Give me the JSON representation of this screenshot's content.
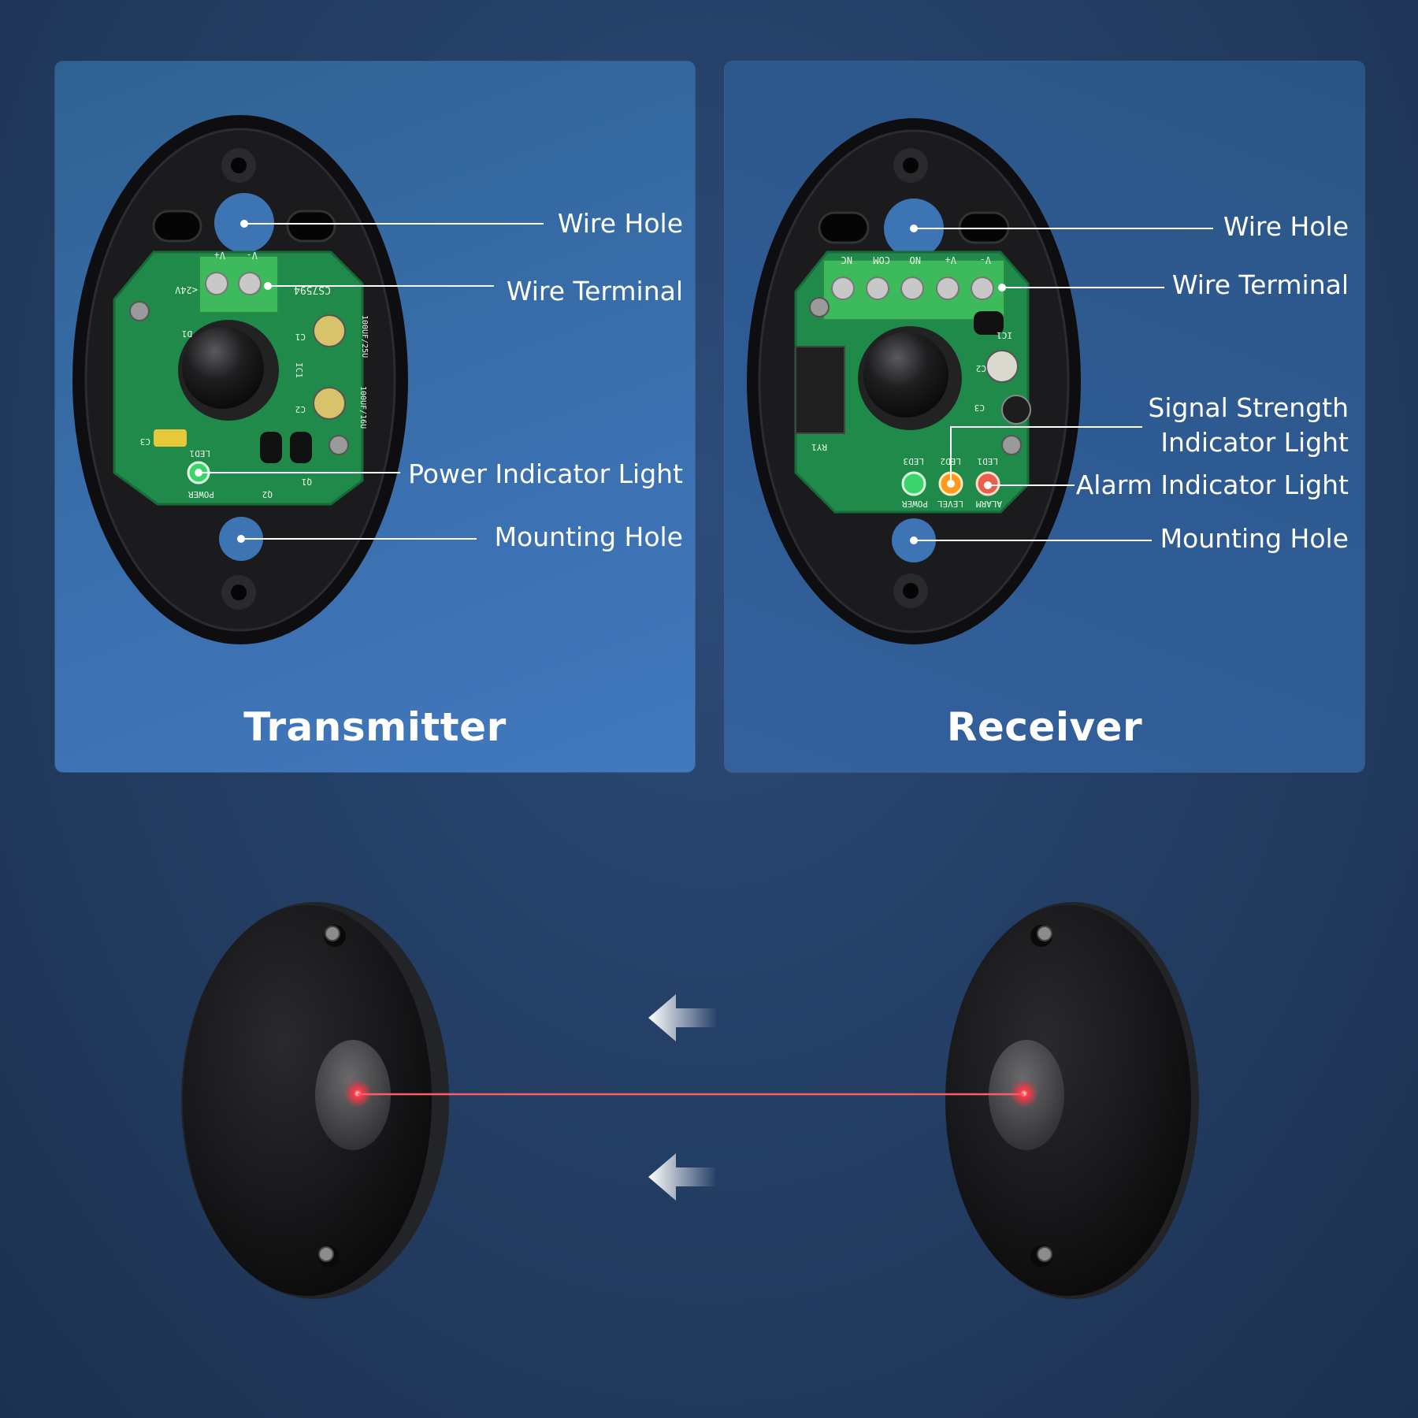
{
  "transmitter": {
    "title": "Transmitter",
    "labels": {
      "wire_hole": "Wire Hole",
      "wire_terminal": "Wire Terminal",
      "power_indicator": "Power Indicator Light",
      "mounting_hole": "Mounting Hole"
    },
    "pcb_text": {
      "model": "CS7594",
      "voltage": "<24V",
      "vplus": "V+",
      "vminus": "V-",
      "led": "LED1",
      "power": "POWER",
      "q1": "Q1",
      "q2": "Q2",
      "c1": "C1",
      "c2": "C2",
      "c3": "C3",
      "d1": "D1",
      "ic1": "IC1",
      "cap1": "100UF/25U",
      "cap2": "100UF/16U"
    }
  },
  "receiver": {
    "title": "Receiver",
    "labels": {
      "wire_hole": "Wire Hole",
      "wire_terminal": "Wire Terminal",
      "signal_line1": "Signal Strength",
      "signal_line2": "Indicator Light",
      "alarm_indicator": "Alarm Indicator Light",
      "mounting_hole": "Mounting Hole"
    },
    "pcb_text": {
      "nc": "NC",
      "com": "COM",
      "no": "NO",
      "vplus": "V+",
      "vminus": "V-",
      "led1": "LED1",
      "led2": "LED2",
      "led3": "LED3",
      "power": "POWER",
      "level": "LEVEL",
      "alarm": "ALARM",
      "ry1": "RY1",
      "ic1": "IC1",
      "c2": "C2",
      "c3": "C3"
    }
  },
  "colors": {
    "beam": "#ff2a3a",
    "pcb": "#1f8a4a",
    "terminal": "#3dba5c",
    "led_power": "#3bd46a",
    "led_level": "#ff9a1a",
    "led_alarm": "#e8604a"
  }
}
